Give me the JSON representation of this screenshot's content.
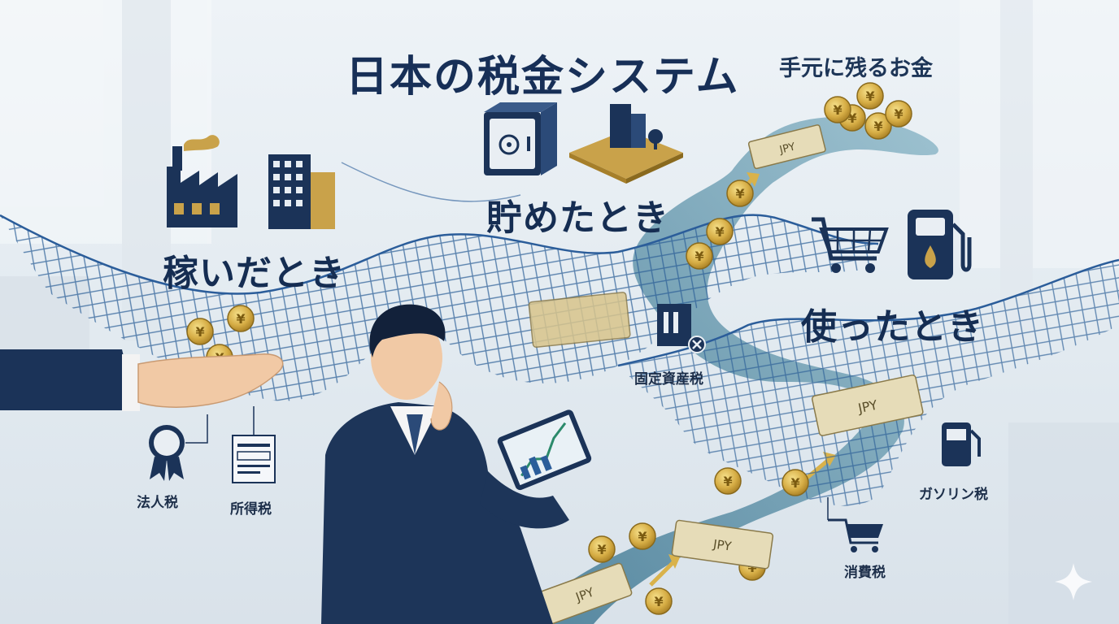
{
  "title": "日本の税金システム",
  "subtitle": "手元に残るお金",
  "stages": {
    "earn": "稼いだとき",
    "save": "貯めたとき",
    "spend": "使ったとき"
  },
  "taxes": {
    "corporate": "法人税",
    "income": "所得税",
    "fixed_asset": "固定資産税",
    "gasoline": "ガソリン税",
    "consumption": "消費税"
  },
  "currency_text": "JPY",
  "colors": {
    "navy": "#1b3358",
    "gold": "#c9a24a",
    "net": "#2b5d9a",
    "river": "#5d8fa8"
  },
  "icons": [
    "factory-icon",
    "office-building-icon",
    "safe-icon",
    "house-plot-icon",
    "shopping-cart-icon",
    "fuel-pump-icon",
    "medal-icon",
    "document-icon",
    "building-x-icon",
    "yen-coin-icon",
    "banknote-icon",
    "tablet-chart-icon",
    "sparkle-icon"
  ]
}
